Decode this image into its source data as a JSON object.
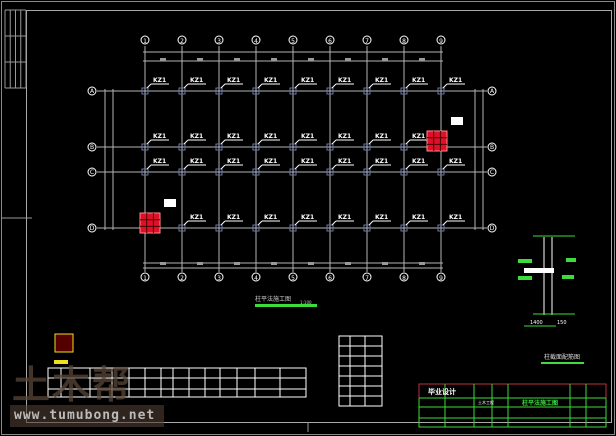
{
  "drawing": {
    "col_axes": [
      "1",
      "2",
      "3",
      "4",
      "5",
      "6",
      "7",
      "8",
      "9"
    ],
    "row_axes": [
      "A",
      "B",
      "C",
      "D"
    ],
    "column_label": "KZ1",
    "plan_title": "柱平法施工图",
    "plan_scale": "1:100",
    "detail_title": "柱截面配筋图",
    "detail_dims": [
      "1400",
      "150"
    ],
    "title_block": {
      "school": "毕业设计",
      "major": "土木工程",
      "sheet": "柱平法施工图"
    },
    "colors": {
      "grid": "#b4b4b4",
      "column": "#6a78a8",
      "highlight": "#e0102a",
      "green": "#3cdc3c",
      "yellow": "#f0e020"
    }
  },
  "watermark": {
    "logo": "土木帮",
    "url": "www.tumubong.net"
  }
}
